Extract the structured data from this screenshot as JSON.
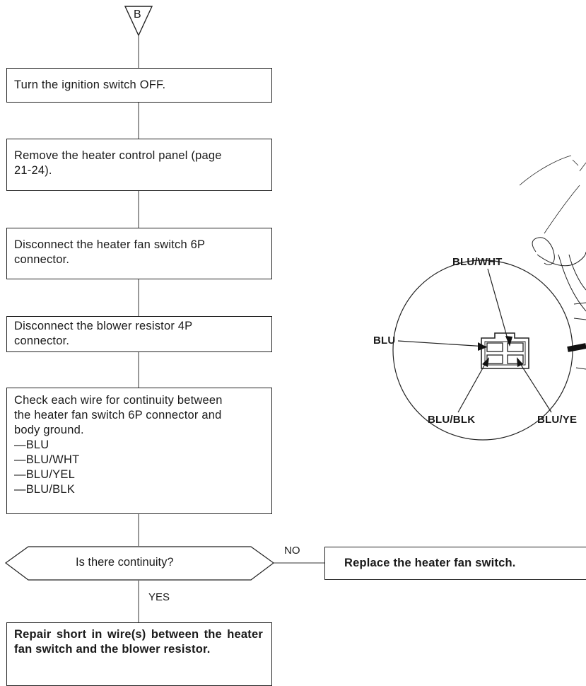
{
  "start_marker": "B",
  "steps": [
    {
      "text": "Turn the ignition switch OFF."
    },
    {
      "text": "Remove the heater control panel (page 21-24)."
    },
    {
      "text": "Disconnect the heater fan switch 6P connector."
    },
    {
      "text": "Disconnect the blower resistor 4P connector."
    },
    {
      "text": "Check each wire for continuity between the heater fan switch 6P connector and body ground."
    }
  ],
  "wire_list": [
    "—BLU",
    "—BLU/WHT",
    "—BLU/YEL",
    "—BLU/BLK"
  ],
  "decision": {
    "question": "Is there continuity?",
    "no_label": "NO",
    "yes_label": "YES",
    "no_result": "Replace the heater fan switch.",
    "yes_result": "Repair short in wire(s) between the heater fan switch and the blower resistor."
  },
  "connector_labels": {
    "top": "BLU/WHT",
    "left": "BLU",
    "bottom_left": "BLU/BLK",
    "bottom_right": "BLU/YE"
  }
}
